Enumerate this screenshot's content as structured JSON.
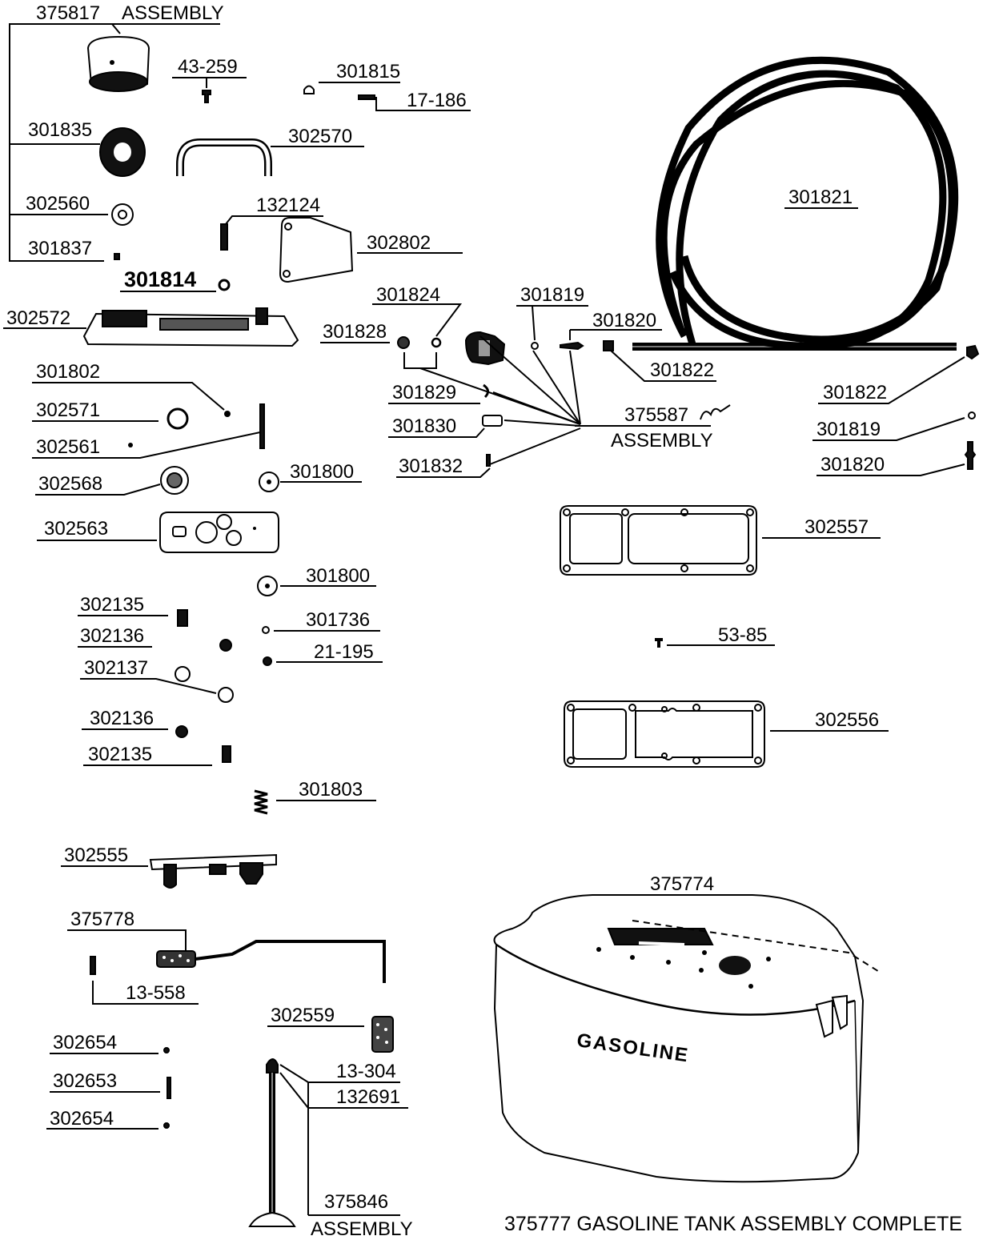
{
  "labels": {
    "l375817": "375817",
    "assembly1": "ASSEMBLY",
    "l43259": "43-259",
    "l301815": "301815",
    "l17186": "17-186",
    "l301835": "301835",
    "l302570": "302570",
    "l302560": "302560",
    "l132124": "132124",
    "l302802": "302802",
    "l301837": "301837",
    "l301814": "301814",
    "l302572": "302572",
    "l301824": "301824",
    "l301819a": "301819",
    "l301820a": "301820",
    "l301828": "301828",
    "l301821": "301821",
    "l301822a": "301822",
    "l301822b": "301822",
    "l301802": "301802",
    "l301829": "301829",
    "l375587": "375587",
    "assembly2": "ASSEMBLY",
    "l301830": "301830",
    "l302571": "302571",
    "l302561": "302561",
    "l301832": "301832",
    "l301819b": "301819",
    "l301820b": "301820",
    "l302568": "302568",
    "l301800a": "301800",
    "l302563": "302563",
    "l302557": "302557",
    "l301800b": "301800",
    "l302135a": "302135",
    "l301736": "301736",
    "l302136a": "302136",
    "l21195": "21-195",
    "l5385": "53-85",
    "l302137": "302137",
    "l302136b": "302136",
    "l302556": "302556",
    "l302135b": "302135",
    "l301803": "301803",
    "l302555": "302555",
    "l375774": "375774",
    "l375778": "375778",
    "l13558": "13-558",
    "l302559": "302559",
    "l302654a": "302654",
    "l13304": "13-304",
    "l302653": "302653",
    "l132691": "132691",
    "l302654b": "302654",
    "l375846": "375846",
    "assembly3": "ASSEMBLY",
    "tank_word": "GASOLINE",
    "caption": "375777 GASOLINE TANK ASSEMBLY COMPLETE"
  }
}
